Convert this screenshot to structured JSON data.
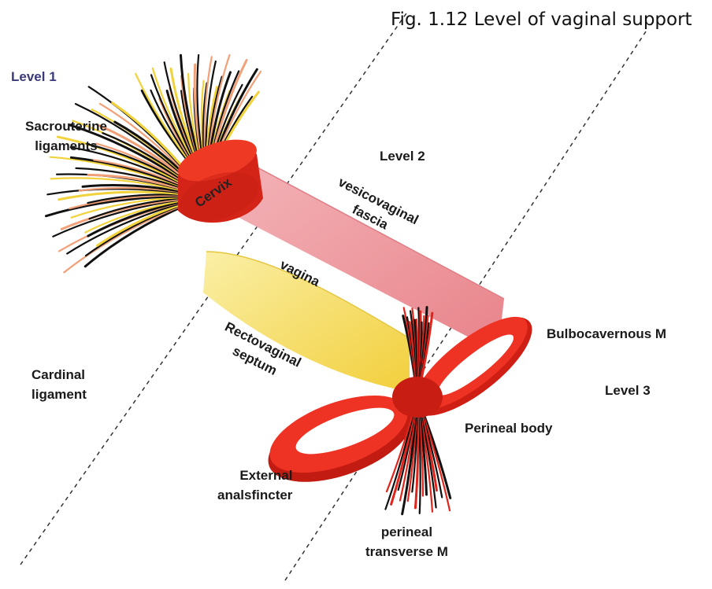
{
  "figure": {
    "title": "Fig. 1.12 Level of vaginal support"
  },
  "levels": {
    "level1": "Level 1",
    "level2": "Level 2",
    "level3": "Level 3"
  },
  "labels": {
    "sacrouterine": [
      "Sacrouterine",
      "ligaments"
    ],
    "cardinal": [
      "Cardinal",
      "ligament"
    ],
    "cervix": "Cervix",
    "vesicovaginal": [
      "vesicovaginal",
      "fascia"
    ],
    "vagina": "vagina",
    "rectovaginal": [
      "Rectovaginal",
      "septum"
    ],
    "bulbocavernous": "Bulbocavernous M",
    "perineal_body": "Perineal body",
    "external_anal": [
      "External",
      "analsfincter"
    ],
    "perineal_transverse": [
      "perineal",
      "transverse M"
    ]
  },
  "colors": {
    "level1_text": "#3a3a7a",
    "muscle_red": "#e0261c",
    "muscle_dark": "#b01a12",
    "fascia_pink": "#ee9aa0",
    "septum_yellow": "#f7e07a",
    "ligament_yellow": "#f2d23a",
    "ligament_salmon": "#f2a078",
    "fiber_black": "#111111",
    "guide_line": "#333333"
  }
}
